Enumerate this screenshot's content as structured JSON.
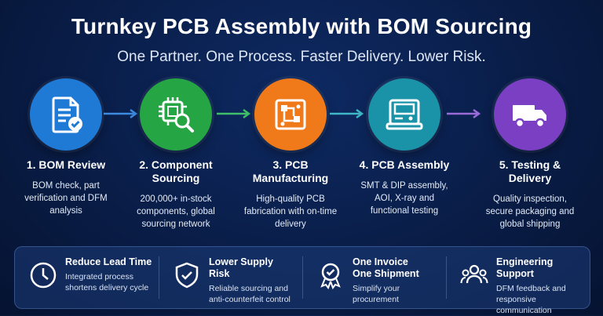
{
  "header": {
    "title": "Turnkey PCB Assembly with BOM Sourcing",
    "subtitle": "One Partner. One Process. Faster Delivery. Lower Risk."
  },
  "steps": [
    {
      "title": "1. BOM Review",
      "desc": "BOM check, part verification and DFM analysis",
      "color": "#1f7ad6",
      "icon": "document-check-icon"
    },
    {
      "title": "2. Component Sourcing",
      "desc": "200,000+ in-stock components, global sourcing network",
      "color": "#26a544",
      "icon": "chip-search-icon"
    },
    {
      "title": "3. PCB Manufacturing",
      "desc": "High-quality PCB fabrication with on-time delivery",
      "color": "#f07a1a",
      "icon": "circuit-board-icon"
    },
    {
      "title": "4. PCB Assembly",
      "desc": "SMT & DIP assembly, AOI, X-ray and functional testing",
      "color": "#1a93a8",
      "icon": "machine-icon"
    },
    {
      "title": "5. Testing & Delivery",
      "desc": "Quality inspection, secure packaging and global shipping",
      "color": "#7b3fc4",
      "icon": "truck-icon"
    }
  ],
  "arrow_colors": [
    "#3d8be0",
    "#3fbf6a",
    "#3fb7c6",
    "#9a6ad8"
  ],
  "features": [
    {
      "title": "Reduce Lead Time",
      "desc": "Integrated process shortens delivery cycle",
      "icon": "clock-icon"
    },
    {
      "title": "Lower Supply Risk",
      "desc": "Reliable sourcing and anti-counterfeit control",
      "icon": "shield-check-icon"
    },
    {
      "title": "One Invoice One Shipment",
      "desc": "Simplify your procurement",
      "icon": "award-badge-icon"
    },
    {
      "title": "Engineering Support",
      "desc": "DFM feedback and responsive communication",
      "icon": "team-icon"
    }
  ]
}
